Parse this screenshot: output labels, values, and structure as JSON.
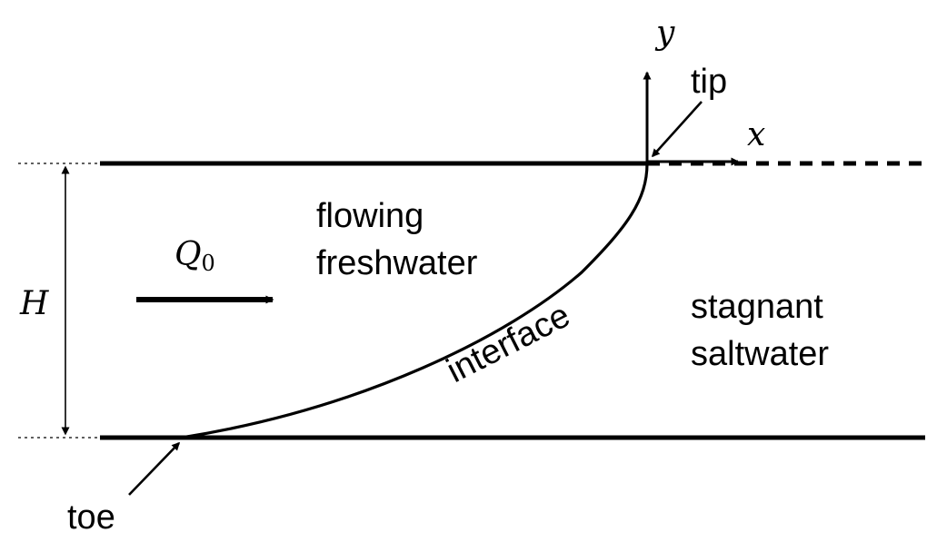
{
  "labels": {
    "y_axis": "y",
    "x_axis": "x",
    "tip": "tip",
    "flow_symbol": "Q",
    "flow_subscript": "0",
    "flowing_line1": "flowing",
    "flowing_line2": "freshwater",
    "height": "H",
    "stagnant_line1": "stagnant",
    "stagnant_line2": "saltwater",
    "interface": "interface",
    "toe": "toe"
  }
}
